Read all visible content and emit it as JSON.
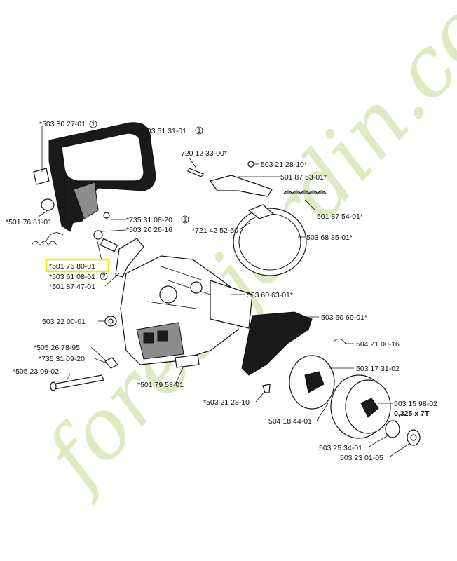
{
  "watermark": {
    "text": "foretsjardin.com",
    "color_main": "#d9e8b8",
    "color_accent": "#f2d3a6",
    "color_dot": "#c9c3ba"
  },
  "highlight": {
    "label": "*501 76 80-01",
    "color": "#f5e800"
  },
  "labels": {
    "l01": "*503 80 27-01",
    "l02": "*503 51 31-01",
    "l03": "720 12 33-00*",
    "l04": "503 21 28-10*",
    "l05": "501 87 53-01*",
    "l06": "501 87 54-01*",
    "l07": "*501 76 81-01",
    "l08": "*735 31 08-20",
    "l09": "*503 20 26-16",
    "l10": "*721 42 52-50",
    "l11": "503 68 85-01*",
    "l12": "*503 61 08-01",
    "l13": "*501 87 47-01",
    "l14": "503 60 63-01*",
    "l15": "503 60 69-01*",
    "l16": "503 22 00-01",
    "l17": "504 21 00-16",
    "l18": "*505 26 78-95",
    "l19": "*735 31 09-20",
    "l20": "503 17 31-02",
    "l21": "*505 23 09-02",
    "l22": "*501 79 58-01",
    "l23": "*503 21 28-10",
    "l24": "503 15 98-02",
    "l25": "0,325 x 7T",
    "l26": "504 18 44-01",
    "l27": "503 25 34-01",
    "l28": "503 23 01-05"
  },
  "circled_marker": "1"
}
